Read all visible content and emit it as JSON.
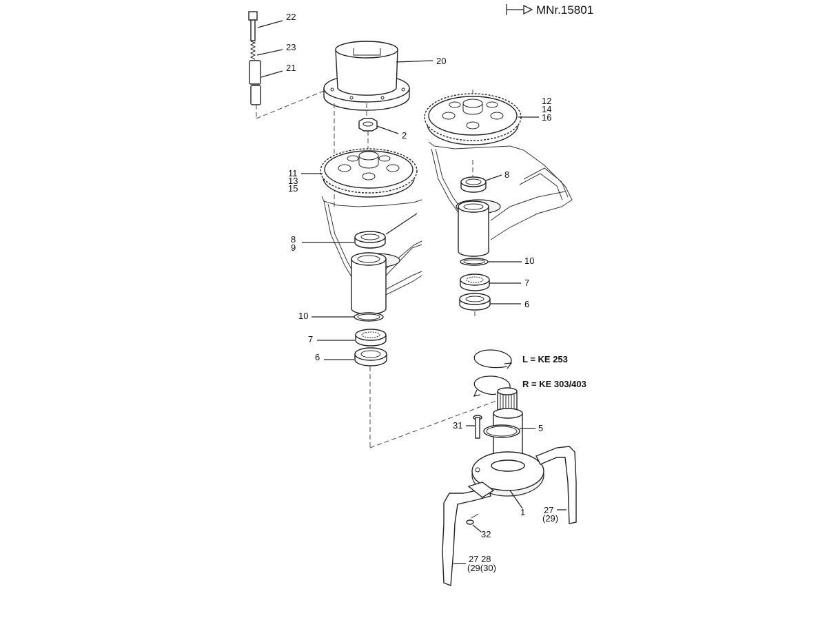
{
  "header": {
    "model_number": "MNr.15801"
  },
  "labels": {
    "p22": "22",
    "p23": "23",
    "p21": "21",
    "p20": "20",
    "p2": "2",
    "p11": "11",
    "p13": "13",
    "p15": "15",
    "p12": "12",
    "p14": "14",
    "p16": "16",
    "p8_left": "8",
    "p9": "9",
    "p8_right": "8",
    "p10_left": "10",
    "p10_right": "10",
    "p7_left": "7",
    "p7_right": "7",
    "p6_left": "6",
    "p6_right": "6",
    "p31": "31",
    "p5": "5",
    "p1": "1",
    "p32": "32",
    "p27_right": "27",
    "p29_right": "(29)",
    "p27_28_left": "27 28",
    "p29_30_left": "(29(30)"
  },
  "rotation": {
    "left_text": "L = KE 253",
    "right_text": "R = KE 303/403"
  }
}
